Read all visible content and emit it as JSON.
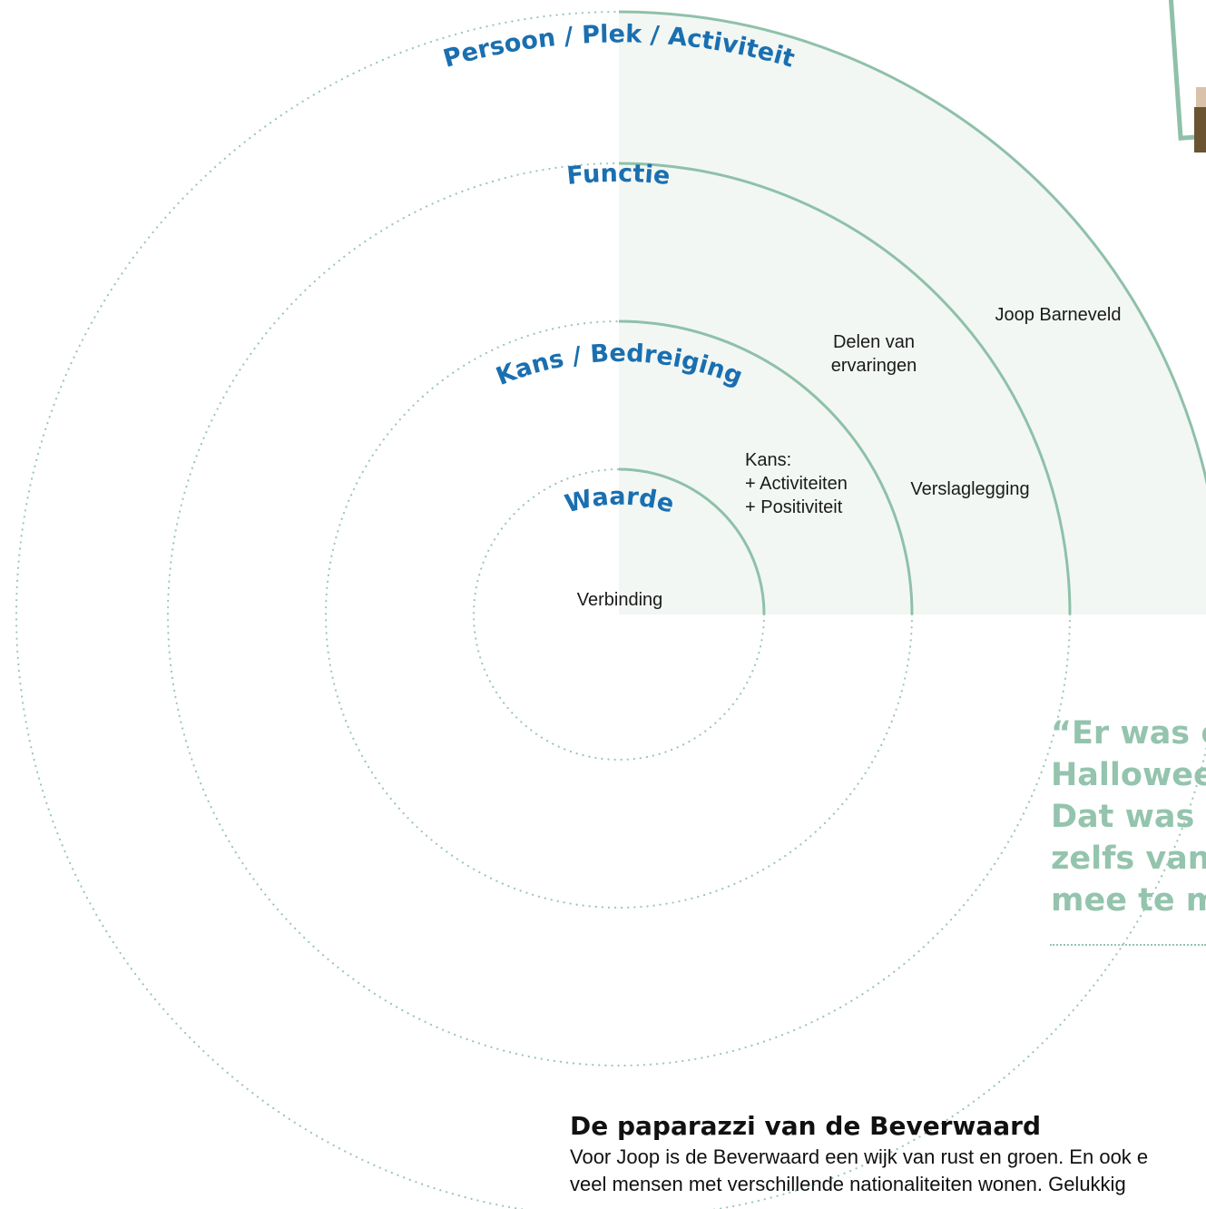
{
  "diagram": {
    "rings": [
      {
        "title": "Waarde",
        "content": [
          "Verbinding"
        ]
      },
      {
        "title": "Kans / Bedreiging",
        "content": [
          "Kans:",
          "+ Activiteiten",
          "+ Positiviteit"
        ]
      },
      {
        "title": "Functie",
        "content": [
          "Delen van",
          "ervaringen",
          "Verslaglegging"
        ]
      },
      {
        "title": "Persoon / Plek / Activiteit",
        "content": [
          "Joop Barneveld"
        ]
      }
    ],
    "colors": {
      "title": "#1a6fb0",
      "ring_line": "#8fc0aa",
      "quadrant_fill": "#f2f7f4",
      "dots": "#9cc7b5"
    }
  },
  "quote": {
    "lines": [
      "“Er was ee",
      "Halloween",
      "Dat was ge",
      "zelfs van b",
      "mee te ma"
    ]
  },
  "article": {
    "title": "De paparazzi van de Beverwaard",
    "lines": [
      "Voor Joop is de Beverwaard een wijk van rust en groen. En ook e",
      "veel mensen met verschillende nationaliteiten wonen. Gelukkig"
    ]
  },
  "photo": {
    "icon": "photo-frame-icon"
  }
}
